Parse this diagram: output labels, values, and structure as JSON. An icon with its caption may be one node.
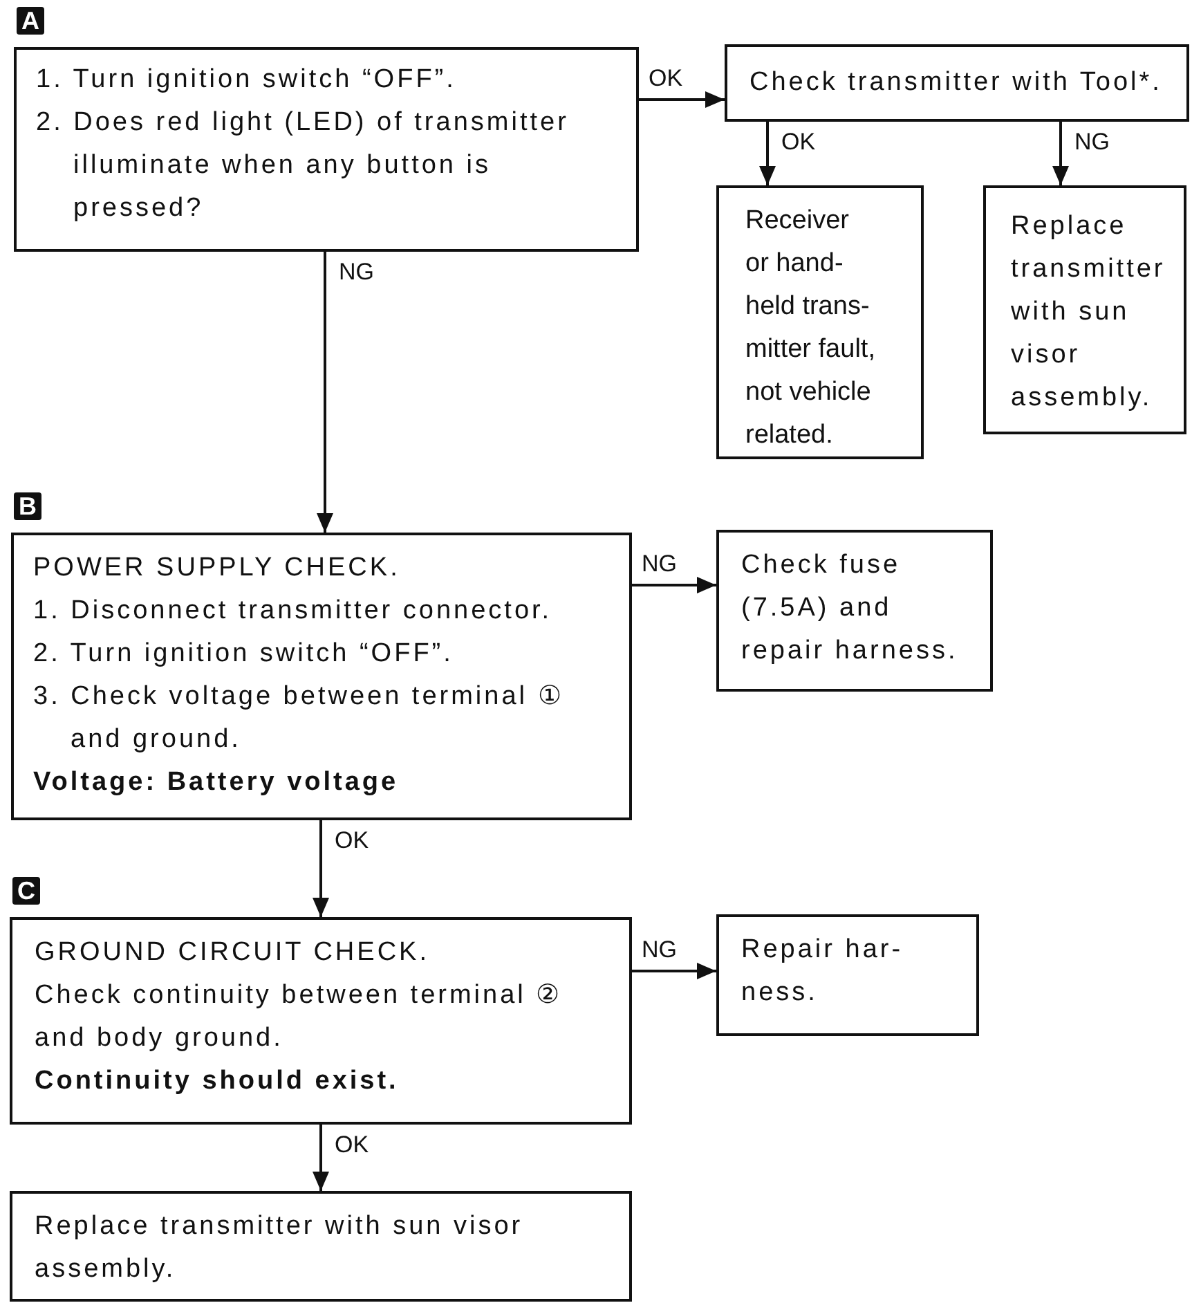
{
  "diagram": {
    "nodes": [
      {
        "text": [
          "A",
          "1. Turn ignition switch “OFF”.",
          "2. Does red light (LED) of transmitter illuminate when any button is pressed?"
        ]
      },
      {
        "text": [
          "Check transmitter with Tool*."
        ]
      },
      {
        "text": [
          "Receiver or hand- held trans- mitter fault, not vehicle related."
        ]
      },
      {
        "text": [
          "Replace transmitter with sun visor assembly."
        ]
      },
      {
        "text": [
          "B",
          "POWER SUPPLY CHECK.",
          "1. Disconnect transmitter connector.",
          "2. Turn ignition switch “OFF”.",
          "3. Check voltage between terminal ① and ground.",
          "**Voltage: Battery voltage**"
        ]
      },
      {
        "text": [
          "Check fuse (7.5A) and repair harness."
        ]
      },
      {
        "text": [
          "C",
          "GROUND CIRCUIT CHECK.",
          "Check continuity between terminal ② and body ground.",
          "**Continuity should exist.**"
        ]
      },
      {
        "text": [
          "Repair har- ness."
        ]
      },
      {
        "text": [
          "Replace transmitter with sun visor assembly."
        ]
      }
    ],
    "edges": [
      {
        "from": 0,
        "to": 1,
        "arrow": "to",
        "label": "OK"
      },
      {
        "from": 1,
        "to": 2,
        "arrow": "to",
        "label": "OK"
      },
      {
        "from": 1,
        "to": 3,
        "arrow": "to",
        "label": "NG"
      },
      {
        "from": 0,
        "to": 4,
        "arrow": "to",
        "label": "NG"
      },
      {
        "from": 4,
        "to": 5,
        "arrow": "to",
        "label": "NG"
      },
      {
        "from": 4,
        "to": 6,
        "arrow": "to",
        "label": "OK"
      },
      {
        "from": 6,
        "to": 7,
        "arrow": "to",
        "label": "NG"
      },
      {
        "from": 6,
        "to": 8,
        "arrow": "to",
        "label": "OK"
      }
    ]
  }
}
